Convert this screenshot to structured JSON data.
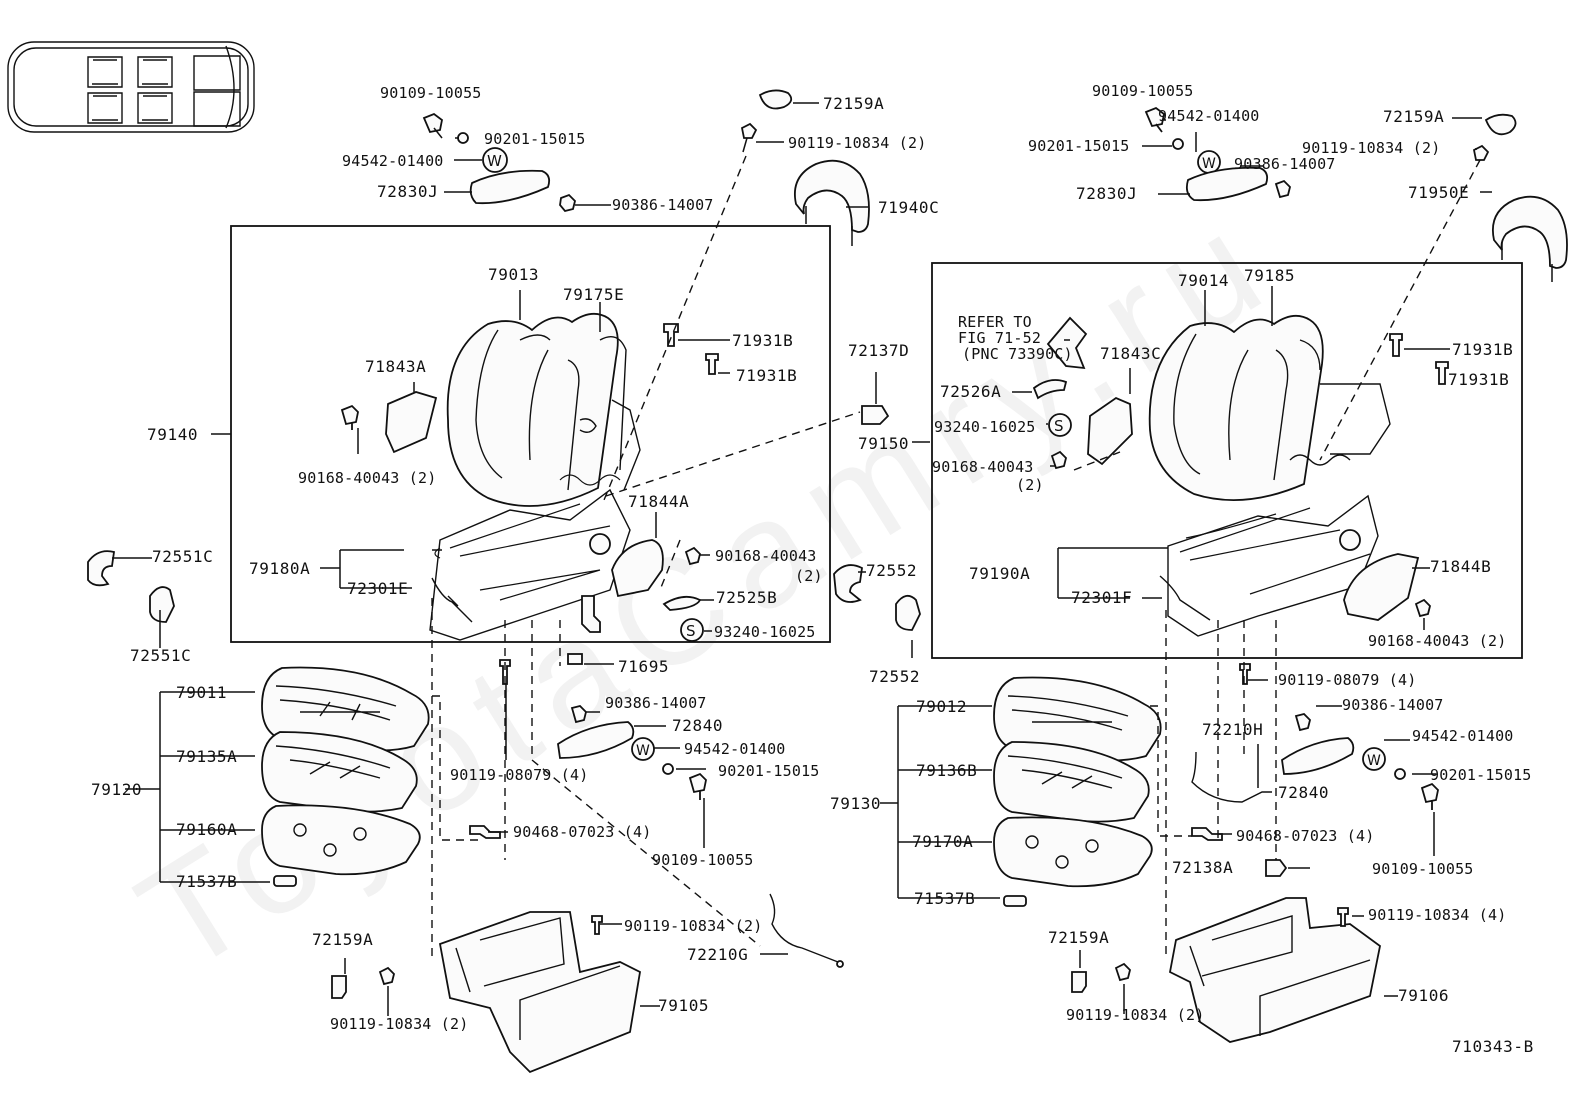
{
  "watermark": "ToyotaCamry.ru",
  "figure_code": "710343-B",
  "left_assembly": {
    "labels": {
      "b90109": "90109-10055",
      "b90201": "90201-15015",
      "w94542": "94542-01400",
      "a72830": "72830J",
      "n90386": "90386-14007",
      "c72159": "72159A",
      "s90119a": "90119-10834 (2)",
      "h71940": "71940C",
      "bk79013": "79013",
      "ar79175": "79175E",
      "g71931a": "71931B",
      "g71931b": "71931B",
      "p71843": "71843A",
      "s90168": "90168-40043 (2)",
      "as79140": "79140",
      "p71844": "71844A",
      "s90168b": "90168-40043",
      "s90168b_qty": "(2)",
      "ad79180": "79180A",
      "h72301": "72301E",
      "h72525": "72525B",
      "sn93240": "93240-16025",
      "c72551a": "72551C",
      "c72551b": "72551C",
      "c71695": "71695",
      "n90386b": "90386-14007",
      "a72840": "72840",
      "w94542b": "94542-01400",
      "b90201b": "90201-15015",
      "s90119b": "90119-08079 (4)",
      "b90109b": "90109-10055",
      "c90468": "90468-07023 (4)",
      "sc79011": "79011",
      "ps79135": "79135A",
      "as79120": "79120",
      "fr79160": "79160A",
      "cl71537": "71537B",
      "s90119c": "90119-10834 (2)",
      "w72210": "72210G",
      "cv72159": "72159A",
      "s90119d": "90119-10834 (2)",
      "lg79105": "79105"
    }
  },
  "center": {
    "c72137": "72137D",
    "c72552a": "72552",
    "c72552b": "72552"
  },
  "right_assembly": {
    "labels": {
      "b90109": "90109-10055",
      "w94542": "94542-01400",
      "b90201": "90201-15015",
      "n90386": "90386-14007",
      "a72830": "72830J",
      "c72159": "72159A",
      "s90119a": "90119-10834 (2)",
      "h71950": "71950E",
      "bk79014": "79014",
      "ar79185": "79185",
      "ref1": "REFER TO",
      "ref2": "FIG 71-52",
      "ref3": "(PNC 73390C)",
      "p71843": "71843C",
      "g71931a": "71931B",
      "g71931b": "71931B",
      "h72526": "72526A",
      "sn93240": "93240-16025",
      "as79150": "79150",
      "s90168": "90168-40043",
      "s90168_qty": "(2)",
      "ad79190": "79190A",
      "h72301": "72301F",
      "p71844": "71844B",
      "s90168b": "90168-40043 (2)",
      "s90119b": "90119-08079 (4)",
      "n90386b": "90386-14007",
      "w72210h": "72210H",
      "w94542b": "94542-01400",
      "a72840": "72840",
      "b90201b": "90201-15015",
      "sc79012": "79012",
      "ps79136": "79136B",
      "as79130": "79130",
      "fr79170": "79170A",
      "c90468": "90468-07023 (4)",
      "c72138": "72138A",
      "b90109b": "90109-10055",
      "cl71537": "71537B",
      "cv72159": "72159A",
      "s90119c": "90119-10834 (4)",
      "s90119d": "90119-10834 (2)",
      "lg79106": "79106"
    }
  }
}
